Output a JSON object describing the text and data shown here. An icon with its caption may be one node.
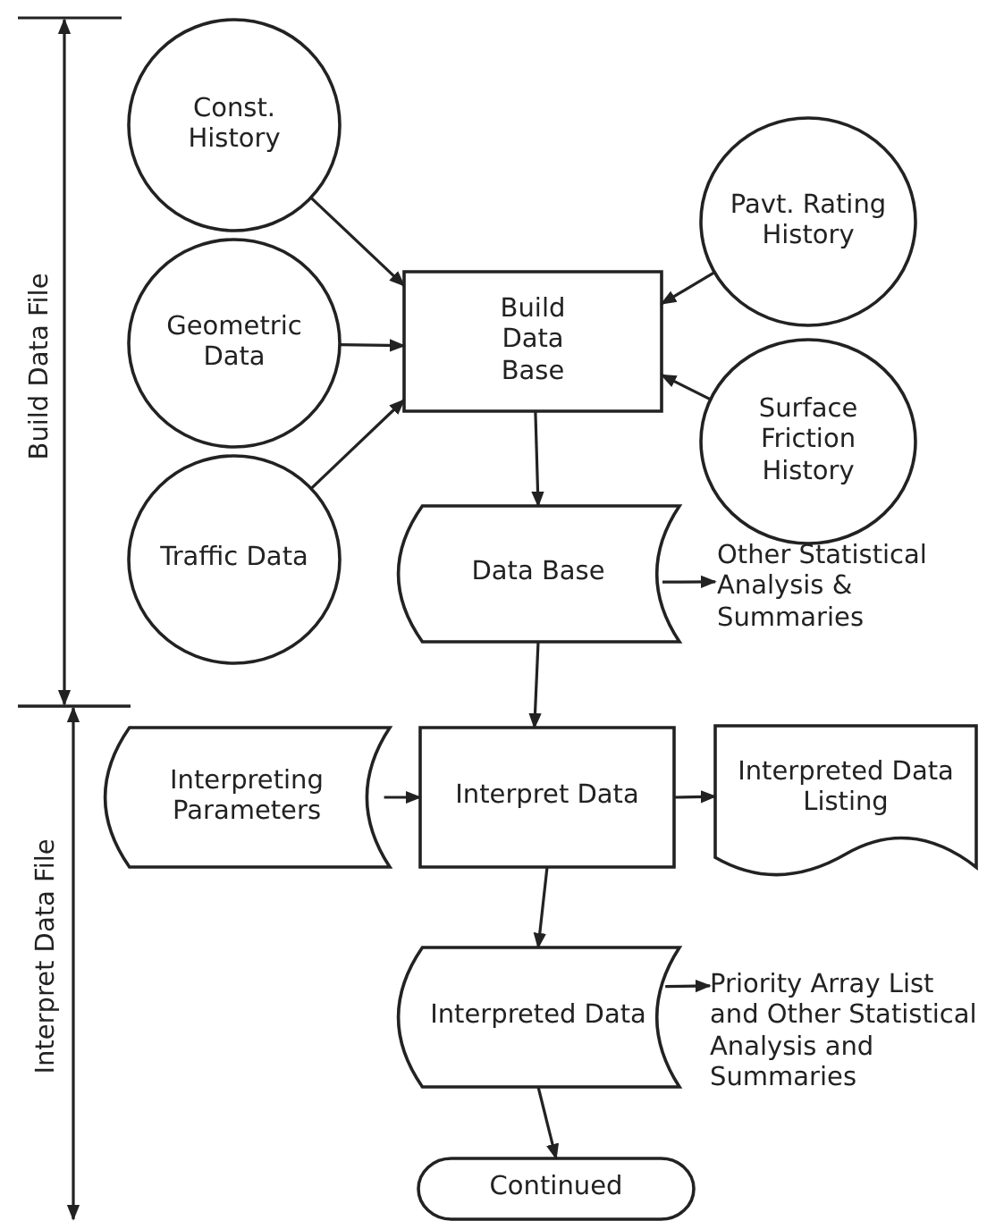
{
  "diagram": {
    "nodes": [
      {
        "text": [
          "Const. History"
        ]
      },
      {
        "text": [
          "Geometric Data"
        ]
      },
      {
        "text": [
          "Traffic Data"
        ]
      },
      {
        "text": [
          "Pavt. Rating History"
        ]
      },
      {
        "text": [
          "Surface Friction History"
        ]
      },
      {
        "text": [
          "Build Data Base"
        ]
      },
      {
        "text": [
          "Data Base"
        ]
      },
      {
        "text": [
          "Other Statistical Analysis & Summaries"
        ]
      },
      {
        "text": [
          "Interpreting Parameters"
        ]
      },
      {
        "text": [
          "Interpret Data"
        ]
      },
      {
        "text": [
          "Interpreted Data Listing"
        ]
      },
      {
        "text": [
          "Interpreted Data"
        ]
      },
      {
        "text": [
          "Priority Array List and Other Statistical Analysis and Summaries"
        ]
      },
      {
        "text": [
          "Continued"
        ]
      }
    ],
    "edges": [
      {
        "from": 0,
        "to": 5,
        "arrow": "to"
      },
      {
        "from": 1,
        "to": 5,
        "arrow": "to"
      },
      {
        "from": 2,
        "to": 5,
        "arrow": "to"
      },
      {
        "from": 3,
        "to": 5,
        "arrow": "to"
      },
      {
        "from": 4,
        "to": 5,
        "arrow": "to"
      },
      {
        "from": 5,
        "to": 6,
        "arrow": "to"
      },
      {
        "from": 6,
        "to": 7,
        "arrow": "to"
      },
      {
        "from": 6,
        "to": 9,
        "arrow": "to"
      },
      {
        "from": 8,
        "to": 9,
        "arrow": "to"
      },
      {
        "from": 9,
        "to": 10,
        "arrow": "to"
      },
      {
        "from": 9,
        "to": 11,
        "arrow": "to"
      },
      {
        "from": 11,
        "to": 12,
        "arrow": "to"
      },
      {
        "from": 11,
        "to": 13,
        "arrow": "to"
      }
    ],
    "labels": [
      "Build Data File",
      "Interpret Data File"
    ]
  }
}
